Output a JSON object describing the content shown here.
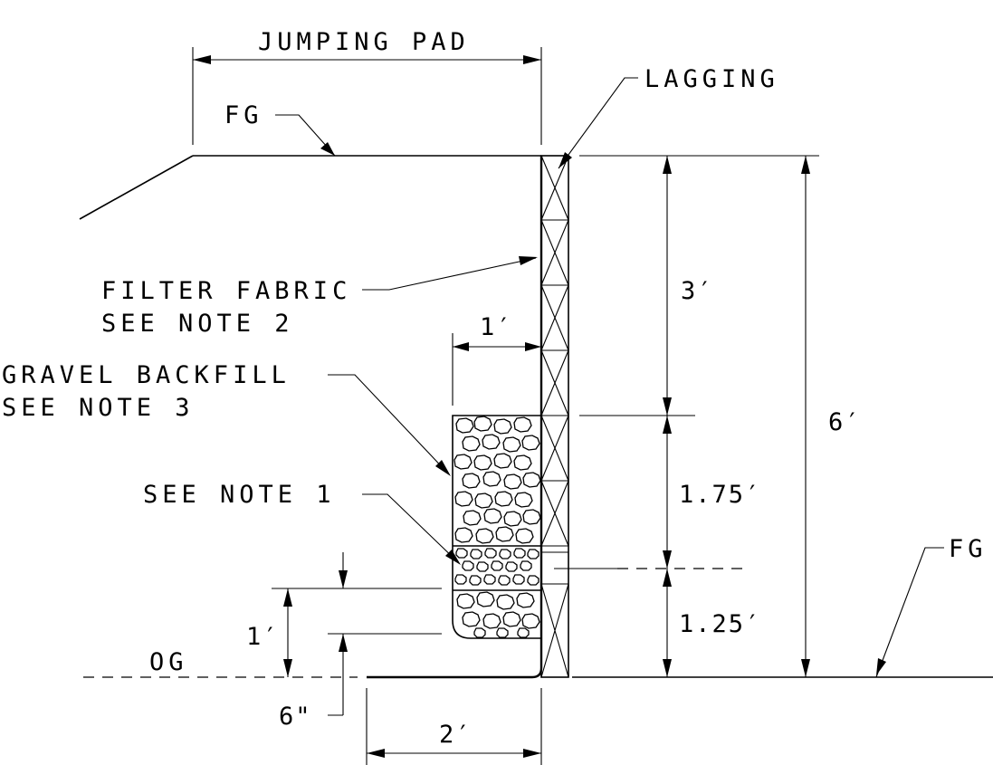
{
  "labels": {
    "jumping_pad": "JUMPING PAD",
    "lagging": "LAGGING",
    "fg_left": "FG",
    "fg_right": "FG",
    "og": "OG",
    "filter_fabric_line1": "FILTER FABRIC",
    "filter_fabric_line2": "SEE NOTE 2",
    "gravel_line1": "GRAVEL BACKFILL",
    "gravel_line2": "SEE NOTE 3",
    "see_note_1": "SEE NOTE 1"
  },
  "dimensions": {
    "gravel_width": "1′",
    "upper_depth": "3′",
    "total_depth": "6′",
    "mid_depth": "1.75′",
    "lower_depth": "1.25′",
    "pad_step": "1′",
    "pad_offset": "6\"",
    "pad_width": "2′"
  }
}
